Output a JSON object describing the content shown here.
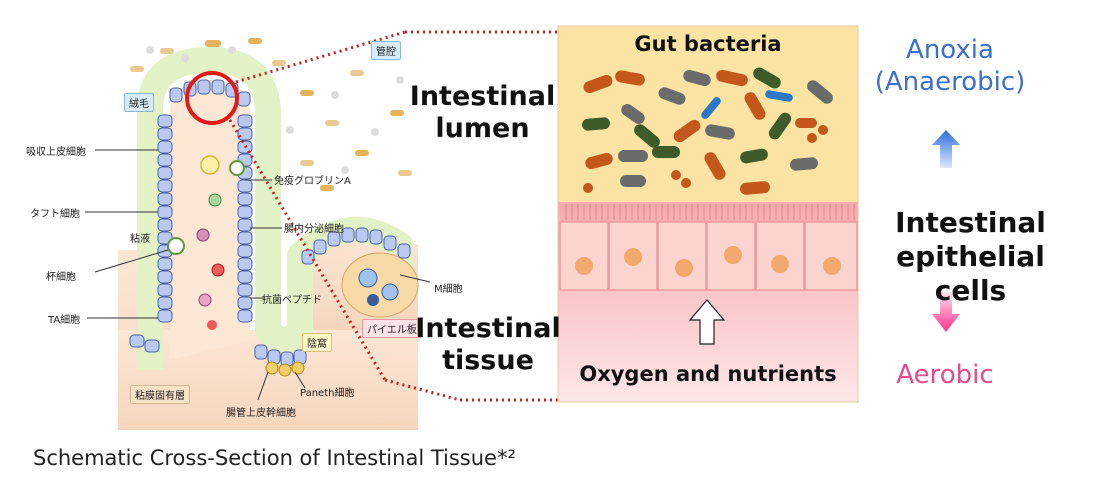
{
  "left": {
    "labels": {
      "lumen_box": "管腔",
      "villus_box": "絨毛",
      "absorptive": "吸収上皮細胞",
      "tuft": "タフト細胞",
      "mucus": "粘液",
      "goblet": "杯細胞",
      "ta": "TA細胞",
      "iga": "免疫グロブリンA",
      "endocrine": "腸内分泌細胞",
      "antimicrobial": "抗菌ペプチド",
      "mcell": "M細胞",
      "peyer": "パイエル板",
      "crypt": "陰窩",
      "paneth": "Paneth細胞",
      "stem": "腸管上皮幹細胞",
      "lamina": "粘膜固有層"
    }
  },
  "middle": {
    "lumen": "Intestinal\nlumen",
    "tissue": "Intestinal\ntissue"
  },
  "zoom": {
    "top_label": "Gut bacteria",
    "bottom_label": "Oxygen and nutrients"
  },
  "right": {
    "anoxia": "Anoxia\n(Anaerobic)",
    "epithelial": "Intestinal\nepithelial cells",
    "aerobic": "Aerobic",
    "colors": {
      "anoxia": "#3b6fd0",
      "aerobic": "#e84a8a"
    }
  },
  "caption": "Schematic Cross-Section of Intestinal Tissue*²"
}
